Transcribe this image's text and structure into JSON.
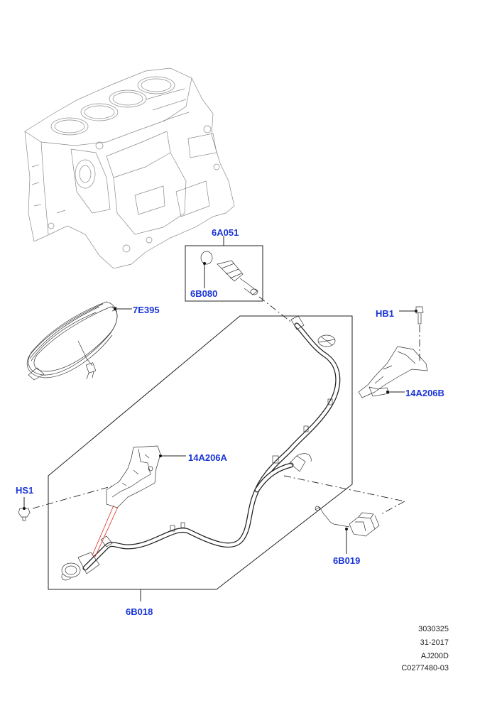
{
  "callouts": {
    "c6A051": "6A051",
    "c6B080": "6B080",
    "c7E395": "7E395",
    "cHB1": "HB1",
    "c14A206B": "14A206B",
    "c14A206A": "14A206A",
    "cHS1": "HS1",
    "c6B019": "6B019",
    "c6B018": "6B018"
  },
  "info": {
    "line1": "3030325",
    "line2": "31-2017",
    "line3": "AJ200D",
    "line4": "C0277480-03"
  },
  "colors": {
    "callout_text": "#1a35d6",
    "line": "#222222",
    "guide": "#e0291f"
  }
}
